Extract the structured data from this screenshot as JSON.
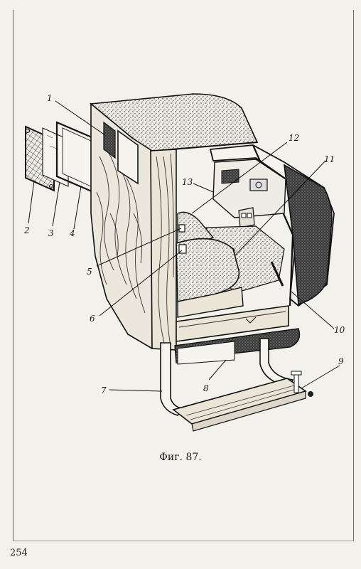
{
  "figure": {
    "caption": "Фиг. 87.",
    "callouts": {
      "c1": "1",
      "c2": "2",
      "c3": "3",
      "c4": "4",
      "c5": "5",
      "c6": "6",
      "c7": "7",
      "c8": "8",
      "c9": "9",
      "c10": "10",
      "c11": "11",
      "c12": "12",
      "c13": "13"
    }
  },
  "page": {
    "number": "254"
  }
}
